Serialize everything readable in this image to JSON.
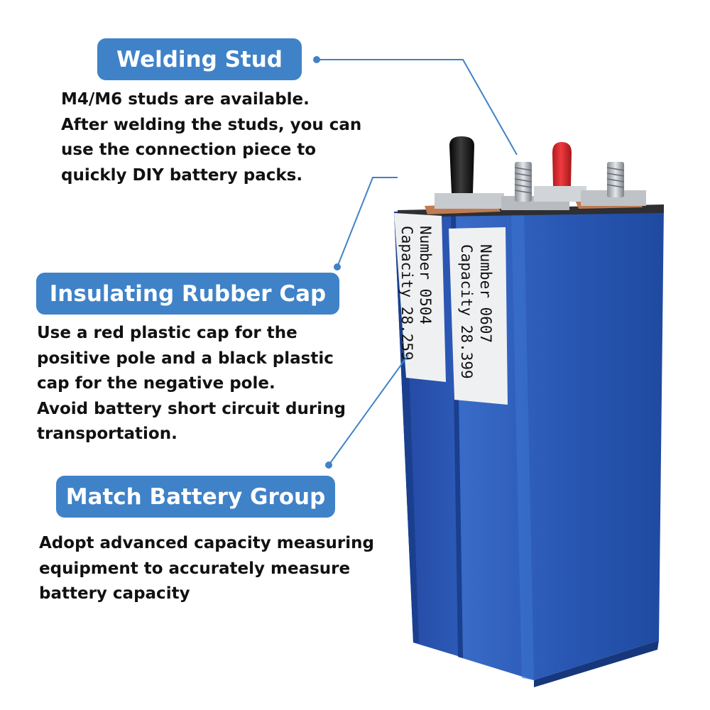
{
  "features": [
    {
      "title": "Welding Stud",
      "lines": [
        "M4/M6 studs are available.",
        "After welding the studs, you can",
        "use the connection piece to",
        "quickly DIY battery packs."
      ]
    },
    {
      "title": "Insulating Rubber Cap",
      "lines": [
        "Use a red plastic cap for the",
        "positive pole and a black plastic",
        "cap for the negative pole.",
        "Avoid battery short circuit during",
        "transportation."
      ]
    },
    {
      "title": "Match Battery Group",
      "lines": [
        "Adopt advanced capacity measuring",
        "equipment to accurately measure",
        "battery capacity"
      ]
    }
  ],
  "cells": [
    {
      "number": "Number 0504",
      "capacity": "Capacity 28.259"
    },
    {
      "number": "Number 0607",
      "capacity": "Capacity 28.399"
    }
  ],
  "colors": {
    "accent": "#3f82c8",
    "cell_blue": "#2554b0",
    "cap_positive": "#d8242a",
    "cap_negative": "#151515"
  }
}
